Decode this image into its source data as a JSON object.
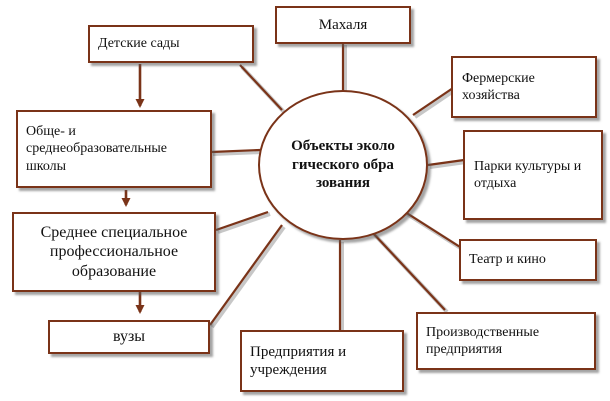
{
  "diagram": {
    "center": "Объекты экологического образования",
    "nodes": {
      "mahalya": "Махаля",
      "kindergartens": "Детские сады",
      "farms": "Фермерские хозяйства",
      "schools": "Обще- и среднеобразовательные школы",
      "parks": "Парки культуры и отдыха",
      "vocational": "Среднее специальное профессиональное образование",
      "theatre": "Театр и кино",
      "universities": "вузы",
      "production": "Производственные предприятия",
      "enterprises": "Предприятия и учреждения"
    },
    "colors": {
      "border": "#7a3318",
      "line": "#7a3318",
      "arrow": "#7a3318",
      "shadow": "#888888"
    }
  }
}
